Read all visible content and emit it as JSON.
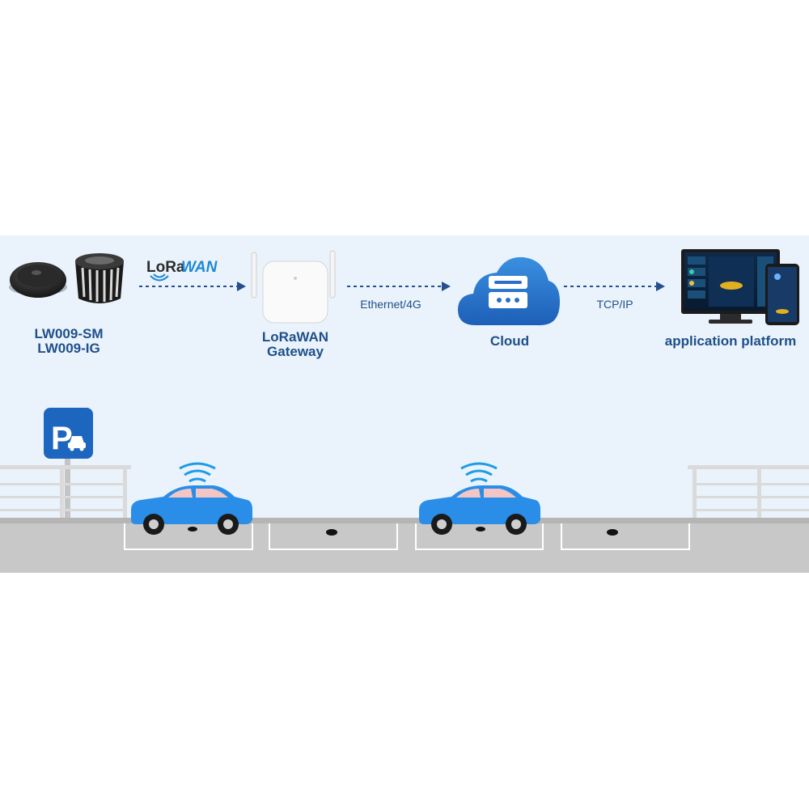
{
  "sensors": {
    "label1": "LW009-SM",
    "label2": "LW009-IG"
  },
  "lorawan_logo": {
    "text_lora": "LoRa",
    "text_wan": "WAN"
  },
  "gateway": {
    "label1": "LoRaWAN",
    "label2": "Gateway"
  },
  "links": {
    "gateway_to_cloud": "Ethernet/4G",
    "cloud_to_app": "TCP/IP"
  },
  "cloud": {
    "label": "Cloud"
  },
  "app": {
    "label": "application platform"
  },
  "colors": {
    "primary": "#1f4f8a",
    "car": "#2a8ee8",
    "arrow": "#244f8c",
    "road": "#c8c8c8",
    "panel": "#eaf3fb"
  }
}
